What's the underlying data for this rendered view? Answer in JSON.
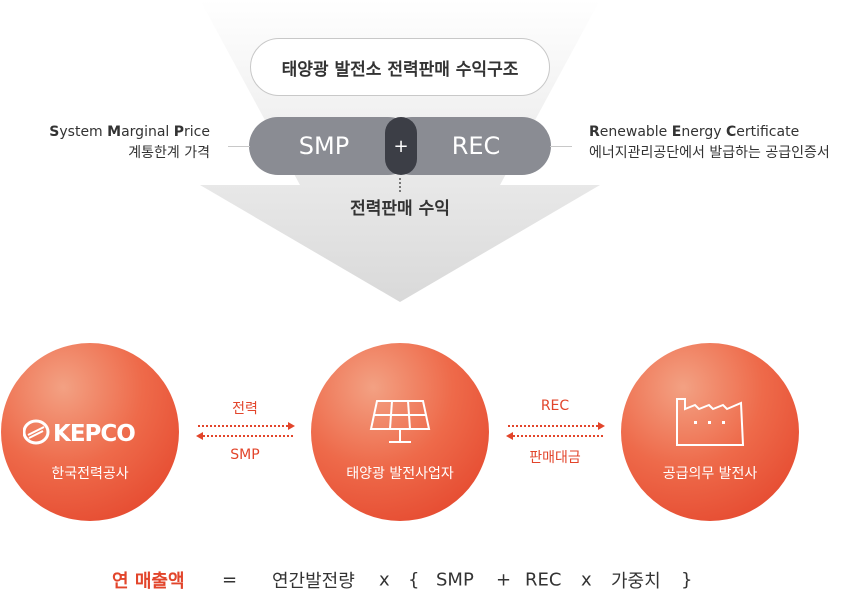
{
  "diagram": {
    "title": "태양광 발전소 전력판매 수익구조",
    "smp_label": "SMP",
    "rec_label": "REC",
    "plus_symbol": "+",
    "revenue_label": "전력판매 수익",
    "smp_desc": {
      "line1_s": "S",
      "line1_a": "ystem ",
      "line1_m": "M",
      "line1_b": "arginal ",
      "line1_p": "P",
      "line1_c": "rice",
      "line2": "계통한계 가격"
    },
    "rec_desc": {
      "line1_r": "R",
      "line1_a": "enewable ",
      "line1_e": "E",
      "line1_b": "nergy ",
      "line1_c1": "C",
      "line1_c": "ertificate",
      "line2": "에너지관리공단에서 발급하는 공급인증서"
    },
    "kepco_logo_text": "KEPCO",
    "kepco_name": "한국전력공사",
    "producer_name": "태양광 발전사업자",
    "supplier_name": "공급의무 발전사",
    "left_arrow_top": "전력",
    "left_arrow_bottom": "SMP",
    "right_arrow_top": "REC",
    "right_arrow_bottom": "판매대금",
    "colors": {
      "accent": "#e2452b",
      "pill_gray": "#8a8c93",
      "plus_dark": "#3c3e46"
    }
  },
  "formula": {
    "label": "연 매출액",
    "equals": "=",
    "term1": "연간발전량",
    "times1": "x",
    "brace_open": "{",
    "smp": "SMP",
    "plus": "+",
    "rec": "REC",
    "times2": "x",
    "weight": "가중치",
    "brace_close": "}"
  }
}
